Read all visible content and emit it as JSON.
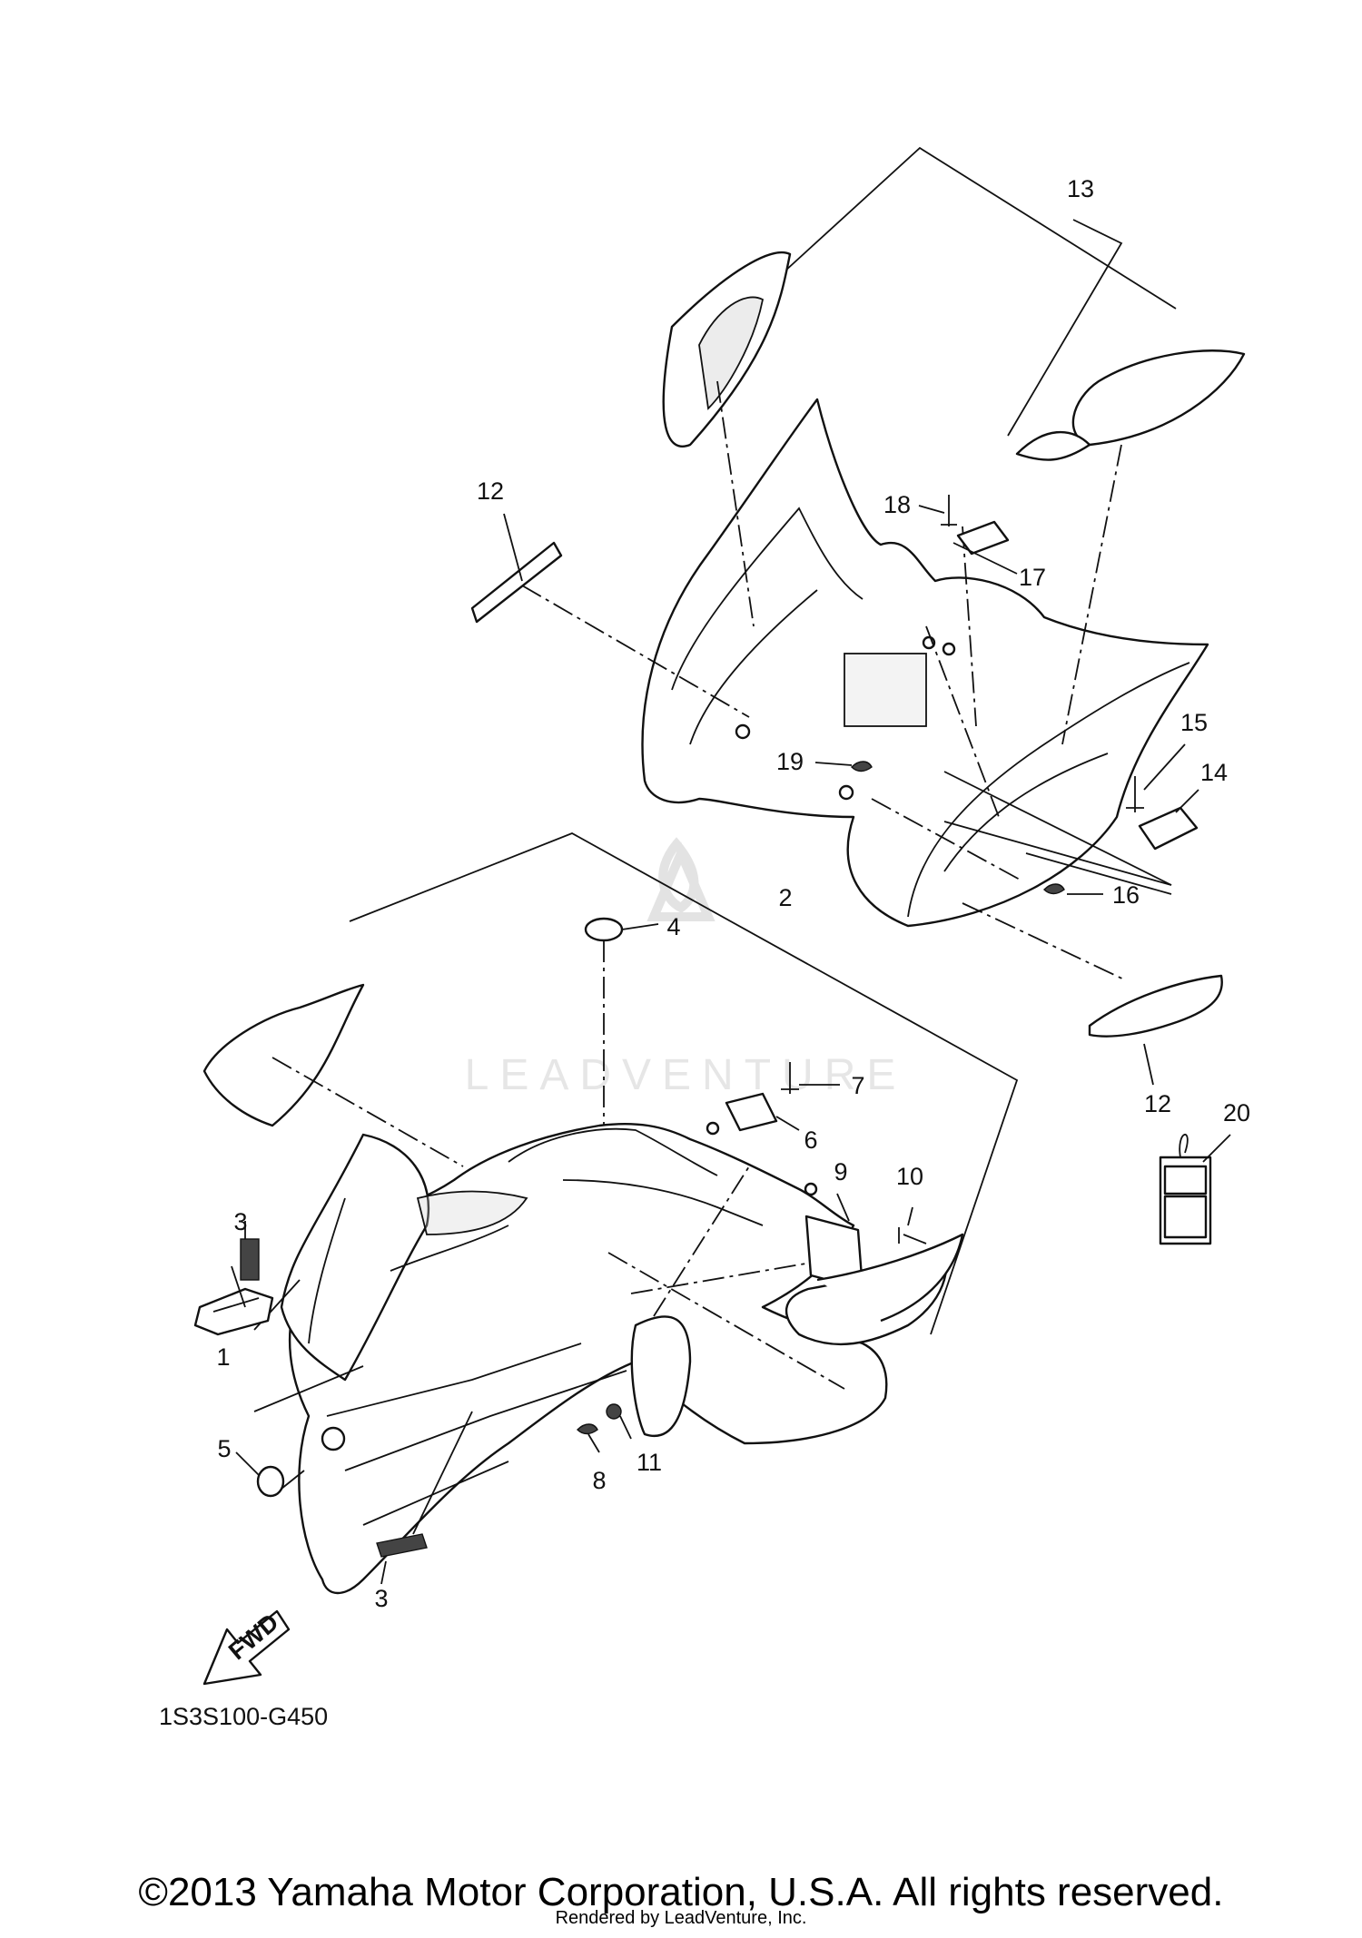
{
  "diagram": {
    "callouts": [
      "1",
      "2",
      "3",
      "3",
      "4",
      "5",
      "6",
      "7",
      "8",
      "9",
      "10",
      "11",
      "12",
      "12",
      "13",
      "14",
      "15",
      "16",
      "17",
      "18",
      "19",
      "20"
    ],
    "fwd_label": "FWD",
    "drawing_code": "1S3S100-G450",
    "watermark": "LEADVENTURE"
  },
  "footer": {
    "copyright": "©2013 Yamaha Motor Corporation, U.S.A. All rights reserved.",
    "rendered_by": "Rendered by LeadVenture, Inc."
  }
}
